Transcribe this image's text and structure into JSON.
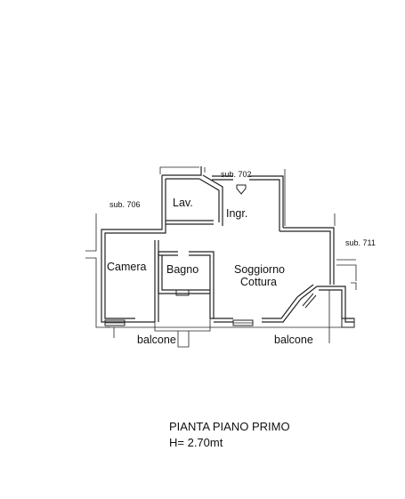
{
  "rooms": {
    "lav": "Lav.",
    "ingr": "Ingr.",
    "camera": "Camera",
    "bagno": "Bagno",
    "soggiorno_line1": "Soggiorno",
    "soggiorno_line2": "Cottura"
  },
  "neighbours": {
    "sub702": "sub. 702",
    "sub706": "sub. 706",
    "sub711": "sub. 711"
  },
  "balconies": {
    "left": "balcone",
    "right": "balcone"
  },
  "caption": {
    "title": "PIANTA PIANO PRIMO",
    "height": "H= 2.70mt"
  },
  "colors": {
    "line": "#222222",
    "background": "#ffffff"
  }
}
